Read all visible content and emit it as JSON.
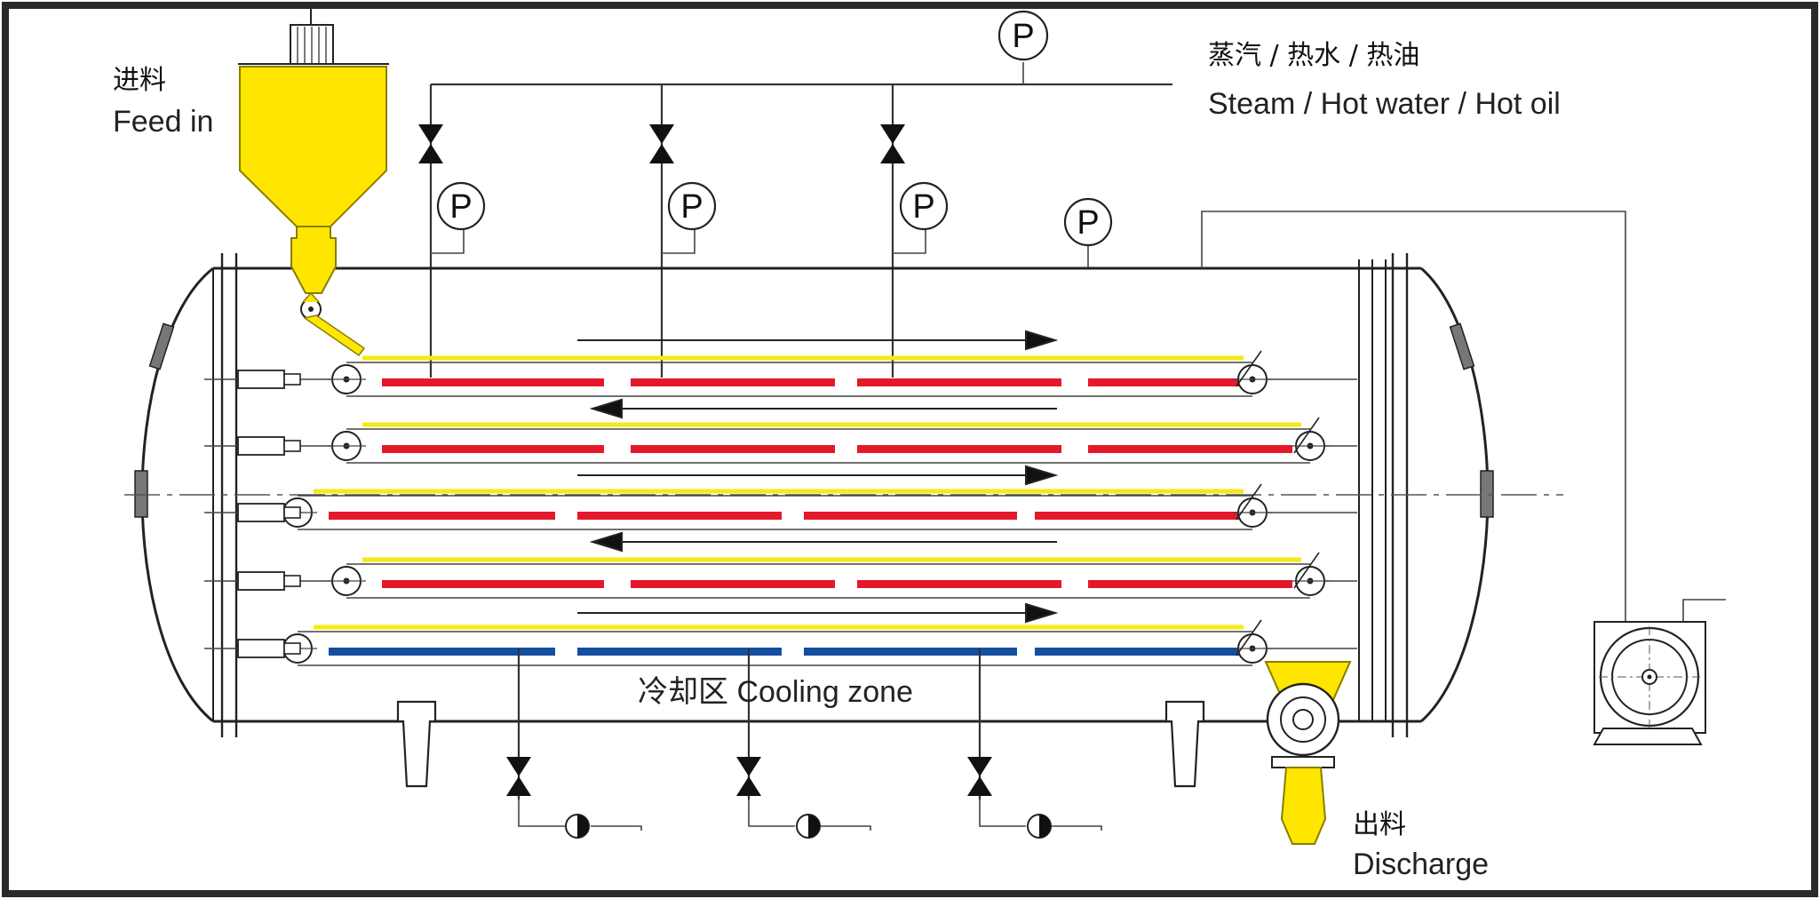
{
  "labels": {
    "feed_in_cn": "进料",
    "feed_in_en": "Feed in",
    "steam_cn": "蒸汽 / 热水 / 热油",
    "steam_en": "Steam / Hot water / Hot oil",
    "cooling_zone": "冷却区 Cooling zone",
    "discharge_cn": "出料",
    "discharge_en": "Discharge",
    "pressure_gauge": "P"
  },
  "colors": {
    "heating_plate": "#e3192b",
    "cooling_plate": "#134ea0",
    "belt": "#f5ea14",
    "hopper": "#ffe600",
    "line": "#333333",
    "frame": "#2a2a2a"
  },
  "icons": {
    "feed_hopper": "hopper-icon",
    "valve": "valve-icon",
    "gauge": "pressure-gauge-icon",
    "pump": "vacuum-pump-icon",
    "trap": "steam-trap-icon"
  }
}
